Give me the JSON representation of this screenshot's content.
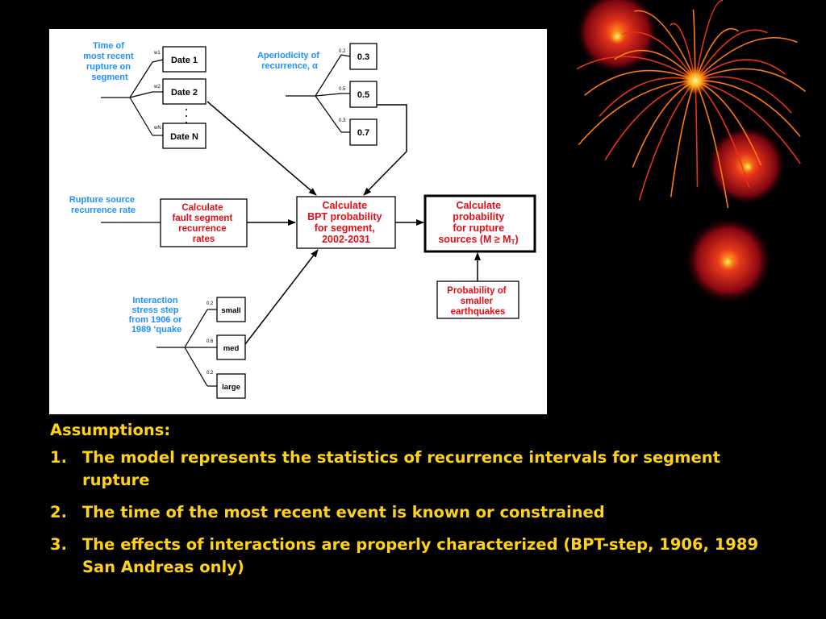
{
  "diagram": {
    "time_label": [
      "Time of",
      "most recent",
      "rupture on",
      "segment"
    ],
    "dates": [
      "Date 1",
      "Date 2",
      "Date N"
    ],
    "date_weights": [
      "w1",
      "w2",
      "wN"
    ],
    "aperiodicity_label": [
      "Aperiodicity of",
      "recurrence, α"
    ],
    "alpha_values": [
      "0.3",
      "0.5",
      "0.7"
    ],
    "alpha_weights": [
      "0.2",
      "0.5",
      "0.3"
    ],
    "rupture_source_label": [
      "Rupture source",
      "recurrence rate"
    ],
    "calc_fault": [
      "Calculate",
      "fault segment",
      "recurrence",
      "rates"
    ],
    "calc_bpt": [
      "Calculate",
      "BPT probability",
      "for segment,",
      "2002-2031"
    ],
    "calc_sources": [
      "Calculate",
      "probability",
      "for rupture",
      "sources (M  ≥ M",
      "T",
      ")"
    ],
    "prob_smaller": [
      "Probability of",
      "smaller",
      "earthquakes"
    ],
    "interaction_label": [
      "Interaction",
      "stress step",
      "from 1906 or",
      "1989 ‘quake"
    ],
    "steps": [
      "small",
      "med",
      "large"
    ],
    "step_weights": [
      "0.2",
      "0.6",
      "0.2"
    ]
  },
  "assumptions": {
    "heading": "Assumptions:",
    "items": [
      {
        "num": "1.",
        "text": "The model represents the statistics of recurrence intervals for segment rupture"
      },
      {
        "num": "2.",
        "text": "The time of the most recent event is known or constrained"
      },
      {
        "num": "3.",
        "text": "The effects of interactions are properly characterized (BPT-step, 1906, 1989 San Andreas only)"
      }
    ]
  },
  "colors": {
    "background": "#000000",
    "text_yellow": "#ffd21a",
    "diagram_blue": "#1e90ff",
    "diagram_red": "#e0101a"
  }
}
